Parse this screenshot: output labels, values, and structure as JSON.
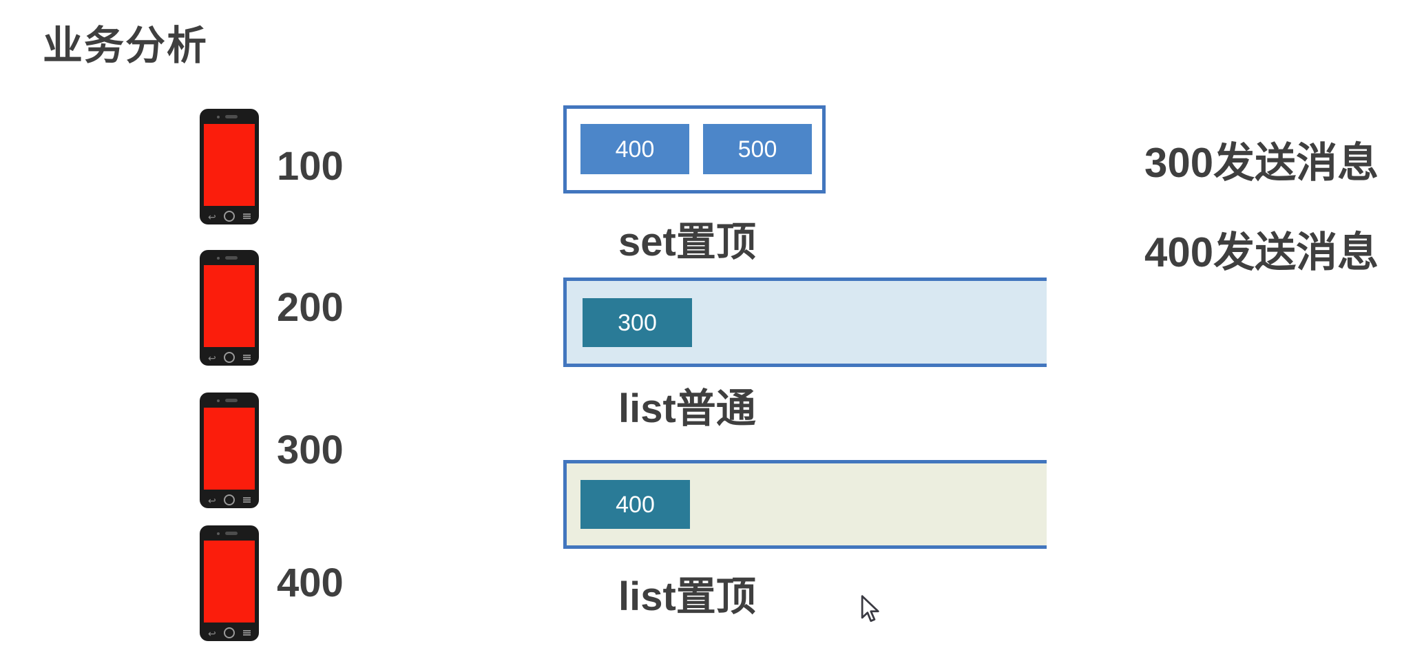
{
  "title": "业务分析",
  "phones": [
    {
      "label": "100"
    },
    {
      "label": "200"
    },
    {
      "label": "300"
    },
    {
      "label": "400"
    }
  ],
  "set_group": {
    "label": "set置顶",
    "items": [
      "400",
      "500"
    ]
  },
  "list_normal": {
    "label": "list普通",
    "item": "300"
  },
  "list_top": {
    "label": "list置顶",
    "item": "400"
  },
  "messages": [
    "300发送消息",
    "400发送消息"
  ],
  "colors": {
    "accent": "#4276BE",
    "box_fill_blue": "#4C86C9",
    "teal": "#2A7B97",
    "light_blue_bg": "#D9E8F2",
    "beige_bg": "#ECEEDF",
    "phone_red": "#FB1D0C",
    "text_dark": "#3F3F3F",
    "phone_body": "#1B1B1B"
  }
}
